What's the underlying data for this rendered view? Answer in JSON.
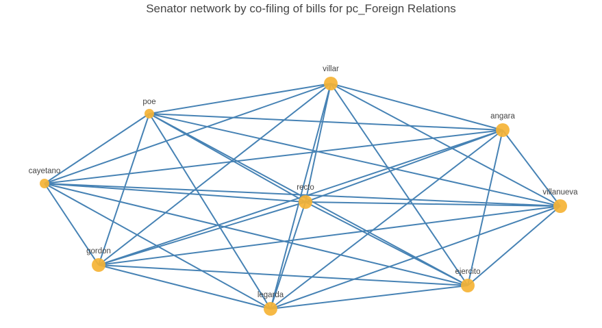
{
  "chart_data": {
    "type": "network",
    "title": "Senator network by co-filing of bills for pc_Foreign Relations",
    "colors": {
      "edge": "#4682b4",
      "node": "#f5b335",
      "text": "#444444"
    },
    "nodes": [
      {
        "id": "villar",
        "label": "villar",
        "size": 10
      },
      {
        "id": "poe",
        "label": "poe",
        "size": 7
      },
      {
        "id": "angara",
        "label": "angara",
        "size": 10
      },
      {
        "id": "cayetano",
        "label": "cayetano",
        "size": 7
      },
      {
        "id": "recto",
        "label": "recto",
        "size": 10
      },
      {
        "id": "villanueva",
        "label": "villanueva",
        "size": 10
      },
      {
        "id": "gordon",
        "label": "gordon",
        "size": 10
      },
      {
        "id": "ejercito",
        "label": "ejercito",
        "size": 10
      },
      {
        "id": "legarda",
        "label": "legarda",
        "size": 10
      }
    ],
    "edges": [
      [
        "villar",
        "poe"
      ],
      [
        "villar",
        "angara"
      ],
      [
        "villar",
        "cayetano"
      ],
      [
        "villar",
        "recto"
      ],
      [
        "villar",
        "villanueva"
      ],
      [
        "villar",
        "gordon"
      ],
      [
        "villar",
        "ejercito"
      ],
      [
        "villar",
        "legarda"
      ],
      [
        "poe",
        "angara"
      ],
      [
        "poe",
        "cayetano"
      ],
      [
        "poe",
        "recto"
      ],
      [
        "poe",
        "villanueva"
      ],
      [
        "poe",
        "gordon"
      ],
      [
        "poe",
        "ejercito"
      ],
      [
        "poe",
        "legarda"
      ],
      [
        "angara",
        "cayetano"
      ],
      [
        "angara",
        "recto"
      ],
      [
        "angara",
        "villanueva"
      ],
      [
        "angara",
        "gordon"
      ],
      [
        "angara",
        "ejercito"
      ],
      [
        "angara",
        "legarda"
      ],
      [
        "cayetano",
        "recto"
      ],
      [
        "cayetano",
        "villanueva"
      ],
      [
        "cayetano",
        "gordon"
      ],
      [
        "cayetano",
        "ejercito"
      ],
      [
        "cayetano",
        "legarda"
      ],
      [
        "recto",
        "villanueva"
      ],
      [
        "recto",
        "gordon"
      ],
      [
        "recto",
        "ejercito"
      ],
      [
        "recto",
        "legarda"
      ],
      [
        "villanueva",
        "gordon"
      ],
      [
        "villanueva",
        "ejercito"
      ],
      [
        "villanueva",
        "legarda"
      ],
      [
        "gordon",
        "ejercito"
      ],
      [
        "gordon",
        "legarda"
      ],
      [
        "ejercito",
        "legarda"
      ]
    ]
  }
}
